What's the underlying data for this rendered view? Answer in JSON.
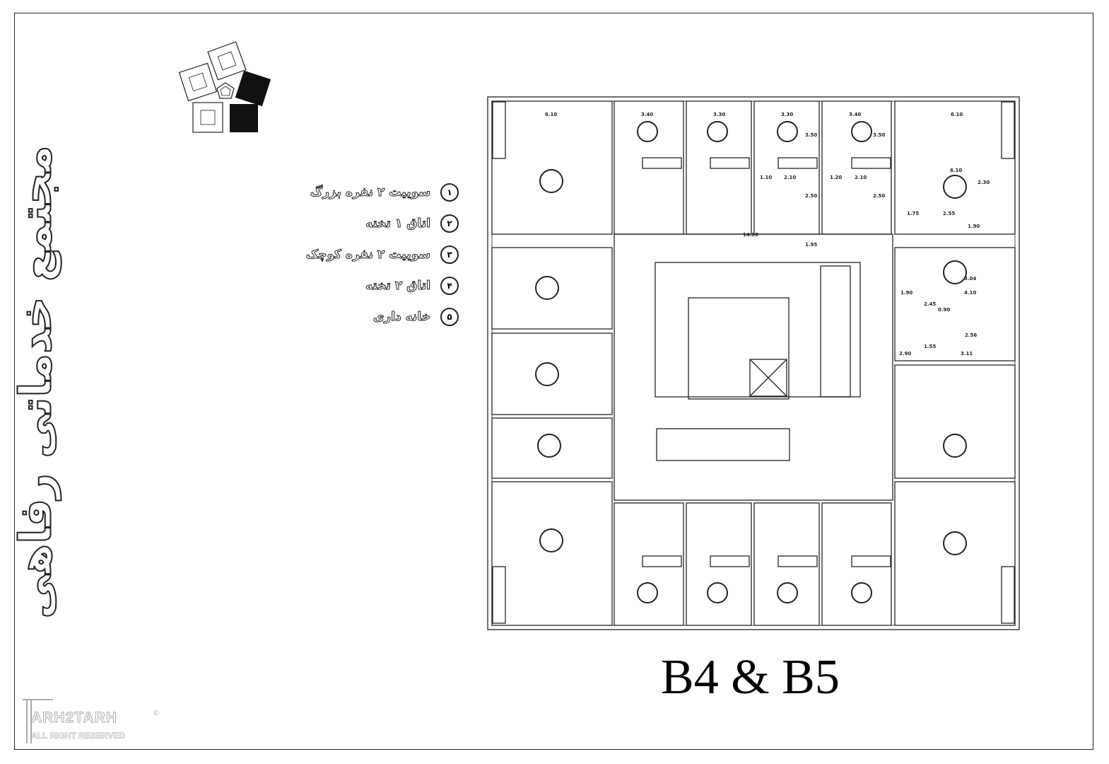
{
  "sheet": {
    "vertical_title": "مجتمع خدماتی رفاهی",
    "plan_title": "B4 & B5"
  },
  "legend": [
    {
      "num": "١",
      "label": "سوییت ٢ نفره بزرگ"
    },
    {
      "num": "٢",
      "label": "اتاق ١ تخته"
    },
    {
      "num": "٣",
      "label": "سوییت ٢ نفره کوچک"
    },
    {
      "num": "۴",
      "label": "اتاق ٢ تخته"
    },
    {
      "num": "۵",
      "label": "خانه داری"
    }
  ],
  "dimensions": {
    "top_left": "6.10",
    "top_a": "3.40",
    "top_b": "3.30",
    "top_c": "3.30",
    "top_d": "3.40",
    "top_right": "6.10",
    "h1": "3.50",
    "h2": "3.50",
    "w1": "1.10",
    "w2": "2.10",
    "w3": "1.20",
    "w4": "2.10",
    "v1": "2.50",
    "v2": "2.50",
    "r1": "6.10",
    "r2": "2.30",
    "r3": "1.75",
    "r4": "2.55",
    "r5": "1.90",
    "core_w": "14.00",
    "core_h": "1.95",
    "s1": "3.04",
    "s2": "1.90",
    "s3": "4.10",
    "s4": "2.45",
    "s5": "0.90",
    "s6": "2.56",
    "s7": "1.55",
    "s8": "2.90",
    "s9": "3.11"
  },
  "logo": {
    "brand": "ARH2TARH",
    "tagline": "ALL RIGHT RESERVED",
    "copyright": "©"
  }
}
